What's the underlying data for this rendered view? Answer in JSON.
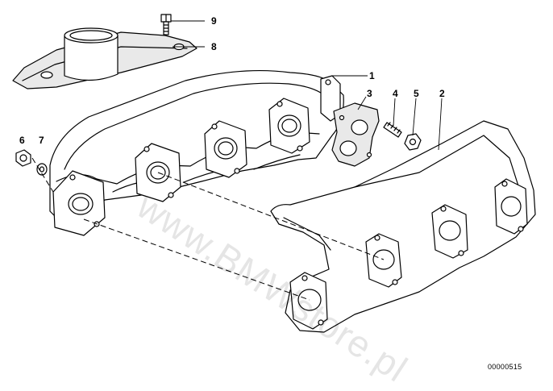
{
  "diagram": {
    "callouts": [
      {
        "number": "1",
        "part": "exhaust-manifold"
      },
      {
        "number": "2",
        "part": "heat-shield"
      },
      {
        "number": "3",
        "part": "gasket"
      },
      {
        "number": "4",
        "part": "stud"
      },
      {
        "number": "5",
        "part": "nut"
      },
      {
        "number": "6",
        "part": "nut"
      },
      {
        "number": "7",
        "part": "washer"
      },
      {
        "number": "8",
        "part": "cover-plate"
      },
      {
        "number": "9",
        "part": "bolt"
      }
    ],
    "document_number": "00000515",
    "watermark": "www.BMWstore.pl"
  }
}
